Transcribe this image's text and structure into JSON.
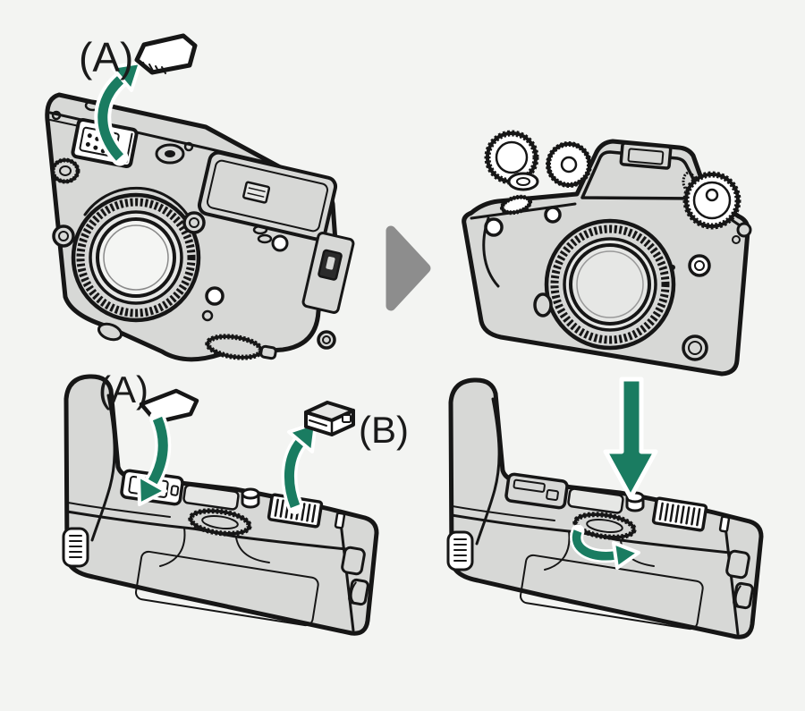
{
  "palette": {
    "background": "#f3f4f2",
    "outline": "#161616",
    "body_fill": "#d7d8d6",
    "white": "#ffffff",
    "arrow_green": "#1a7c61",
    "arrow_gray": "#8d8d8d",
    "label_color": "#1a1a1a"
  },
  "labels": {
    "card_top": "(A)",
    "card_grip": "(A)",
    "battery_grip": "(B)"
  },
  "icons": {
    "next_step": "right-triangle-arrow",
    "card_remove": "curved-up-arrow",
    "card_insert": "curved-down-arrow",
    "battery_remove": "curved-up-arrow",
    "attach_camera": "straight-down-arrow",
    "lock_rotate": "curved-rotate-arrow"
  }
}
